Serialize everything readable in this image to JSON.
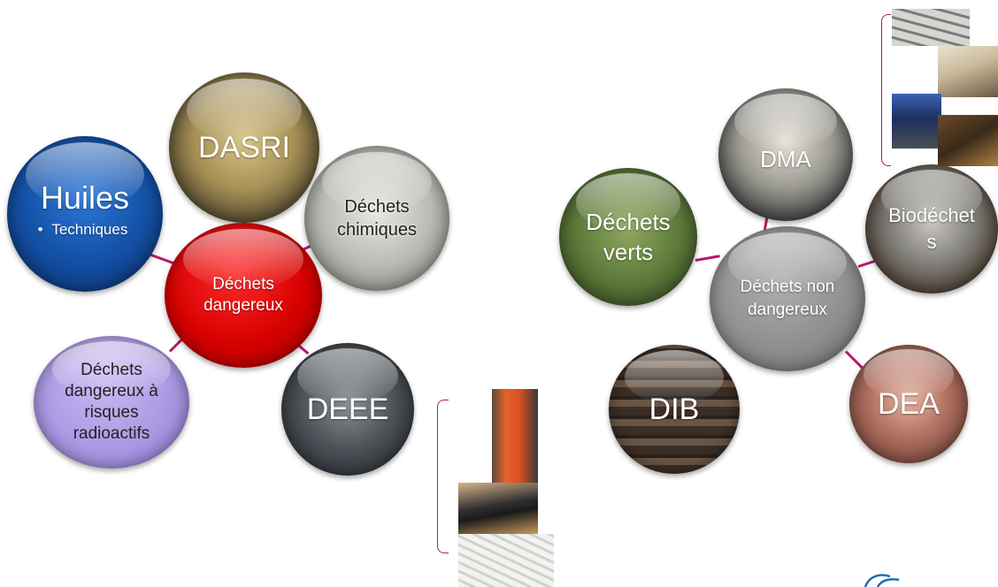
{
  "left_group": {
    "center": {
      "label": "Déchets dangereux"
    },
    "huiles": {
      "label": "Huiles",
      "bullet": "Techniques"
    },
    "dasri": {
      "label": "DASRI"
    },
    "chimiques": {
      "label": "Déchets chimiques"
    },
    "deee": {
      "label": "DEEE"
    },
    "radioactifs": {
      "label": "Déchets dangereux à risques radioactifs"
    }
  },
  "right_group": {
    "center": {
      "label": "Déchets non dangereux"
    },
    "dma": {
      "label": "DMA"
    },
    "verts": {
      "label": "Déchets verts"
    },
    "biodechets": {
      "label": "Biodéchets"
    },
    "dib": {
      "label": "DIB"
    },
    "dea": {
      "label": "DEA"
    }
  },
  "colors": {
    "connector": "#b8186b",
    "center_dangerous": "#d60000",
    "center_non_dangerous": "#8f8f8f",
    "radioactive": "#a896e2"
  },
  "icons": {
    "bullet": "•"
  }
}
